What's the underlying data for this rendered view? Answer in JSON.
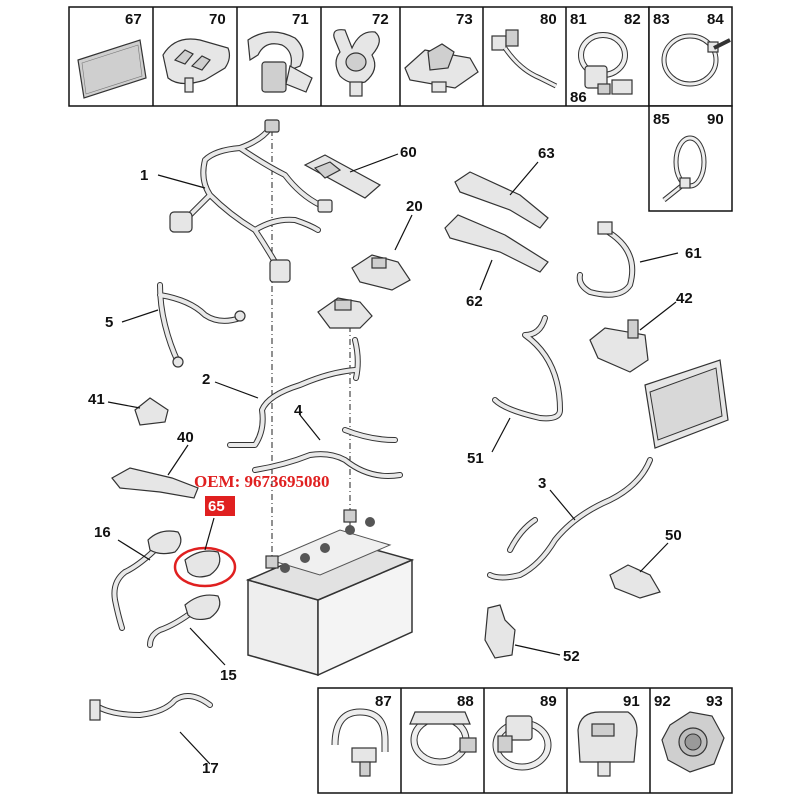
{
  "top_row_cells": [
    "67",
    "70",
    "71",
    "72",
    "73",
    "80",
    "81",
    "82",
    "86",
    "83",
    "84"
  ],
  "side_cell": [
    "85",
    "90"
  ],
  "bottom_row_cells": [
    "87",
    "88",
    "89",
    "91",
    "92",
    "93"
  ],
  "callouts": {
    "c1": "1",
    "c60": "60",
    "c63": "63",
    "c20": "20",
    "c61": "61",
    "c62": "62",
    "c42": "42",
    "c5": "5",
    "c2": "2",
    "c4": "4",
    "c41": "41",
    "c40": "40",
    "c51": "51",
    "c3": "3",
    "c16": "16",
    "c15": "15",
    "c50": "50",
    "c52": "52",
    "c17": "17"
  },
  "oem_label": "OEM: 9673695080",
  "highlight_label": "65",
  "colors": {
    "highlight": "#e02020",
    "line": "#111111",
    "part": "#e6e6e6"
  }
}
